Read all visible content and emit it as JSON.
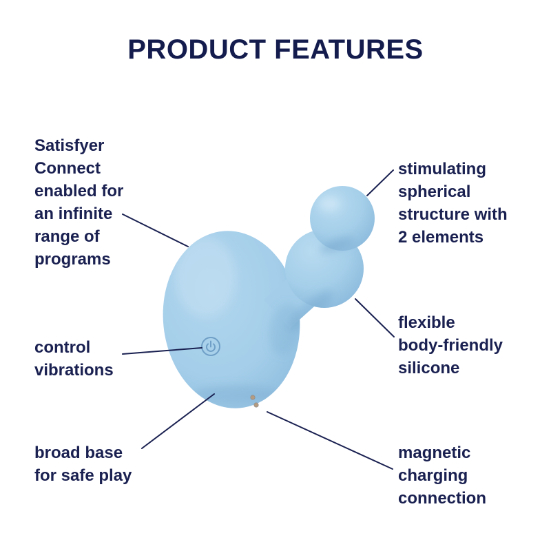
{
  "title": "PRODUCT FEATURES",
  "colors": {
    "text_navy": "#1a2151",
    "callout_line": "#1a2151",
    "product_blue": "#a3cde9",
    "product_shade": "#6fa3cb",
    "product_highlight": "#c8e2f4",
    "power_icon_blue": "#6f9fc6",
    "charging_contact": "#b59b80",
    "background": "#ffffff"
  },
  "callouts": [
    {
      "id": "satisfyer-connect",
      "text": "Satisfyer\nConnect\nenabled for\nan infinite\nrange of\nprograms"
    },
    {
      "id": "stimulating-structure",
      "text": "stimulating\nspherical\nstructure with\n2 elements"
    },
    {
      "id": "control-vibrations",
      "text": "control\nvibrations"
    },
    {
      "id": "flexible-silicone",
      "text": "flexible\nbody-friendly\nsilicone"
    },
    {
      "id": "broad-base",
      "text": "broad base\nfor safe play"
    },
    {
      "id": "magnetic-charging",
      "text": "magnetic\ncharging\nconnection"
    }
  ]
}
